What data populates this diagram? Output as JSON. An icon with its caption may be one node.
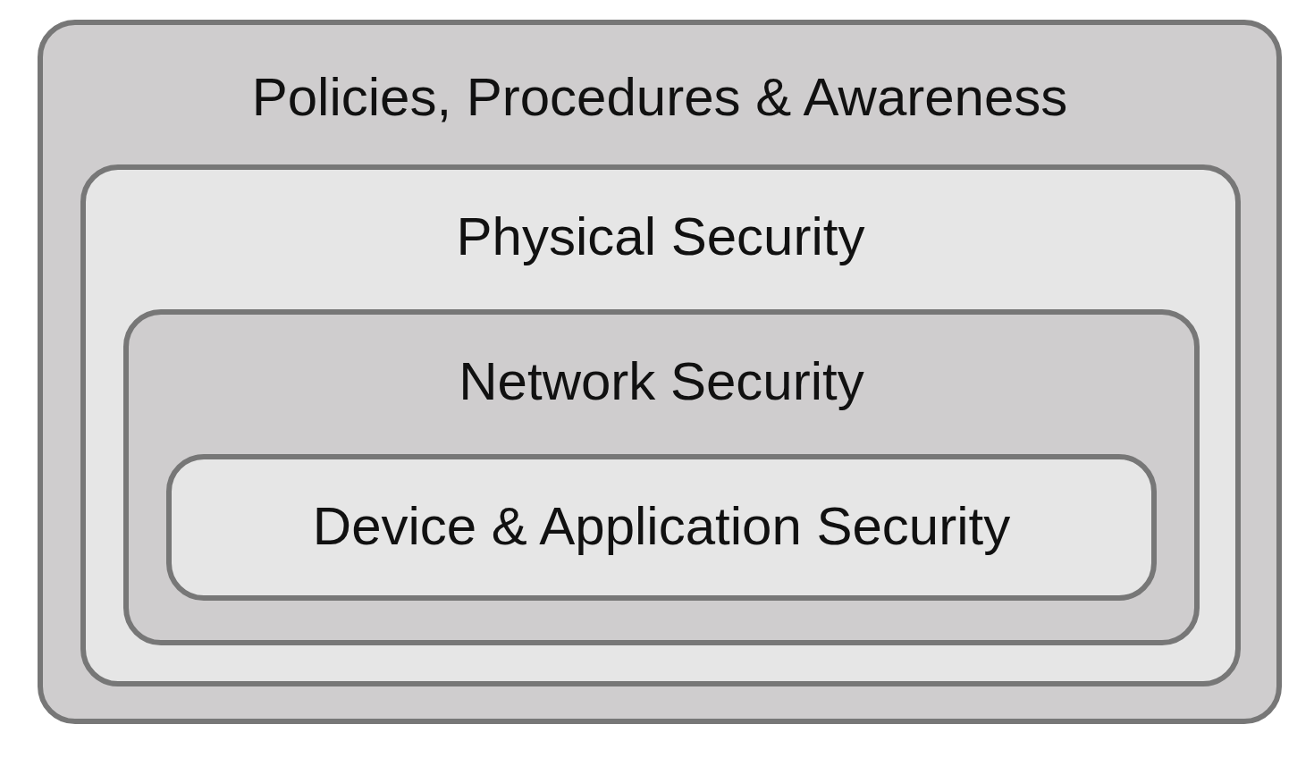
{
  "diagram": {
    "nodes": [
      {
        "text": [
          "Policies, Procedures & Awareness"
        ]
      },
      {
        "text": [
          "Physical Security"
        ],
        "in": 0
      },
      {
        "text": [
          "Network Security"
        ],
        "in": 1
      },
      {
        "text": [
          "Device & Application Security"
        ],
        "in": 2
      }
    ]
  }
}
